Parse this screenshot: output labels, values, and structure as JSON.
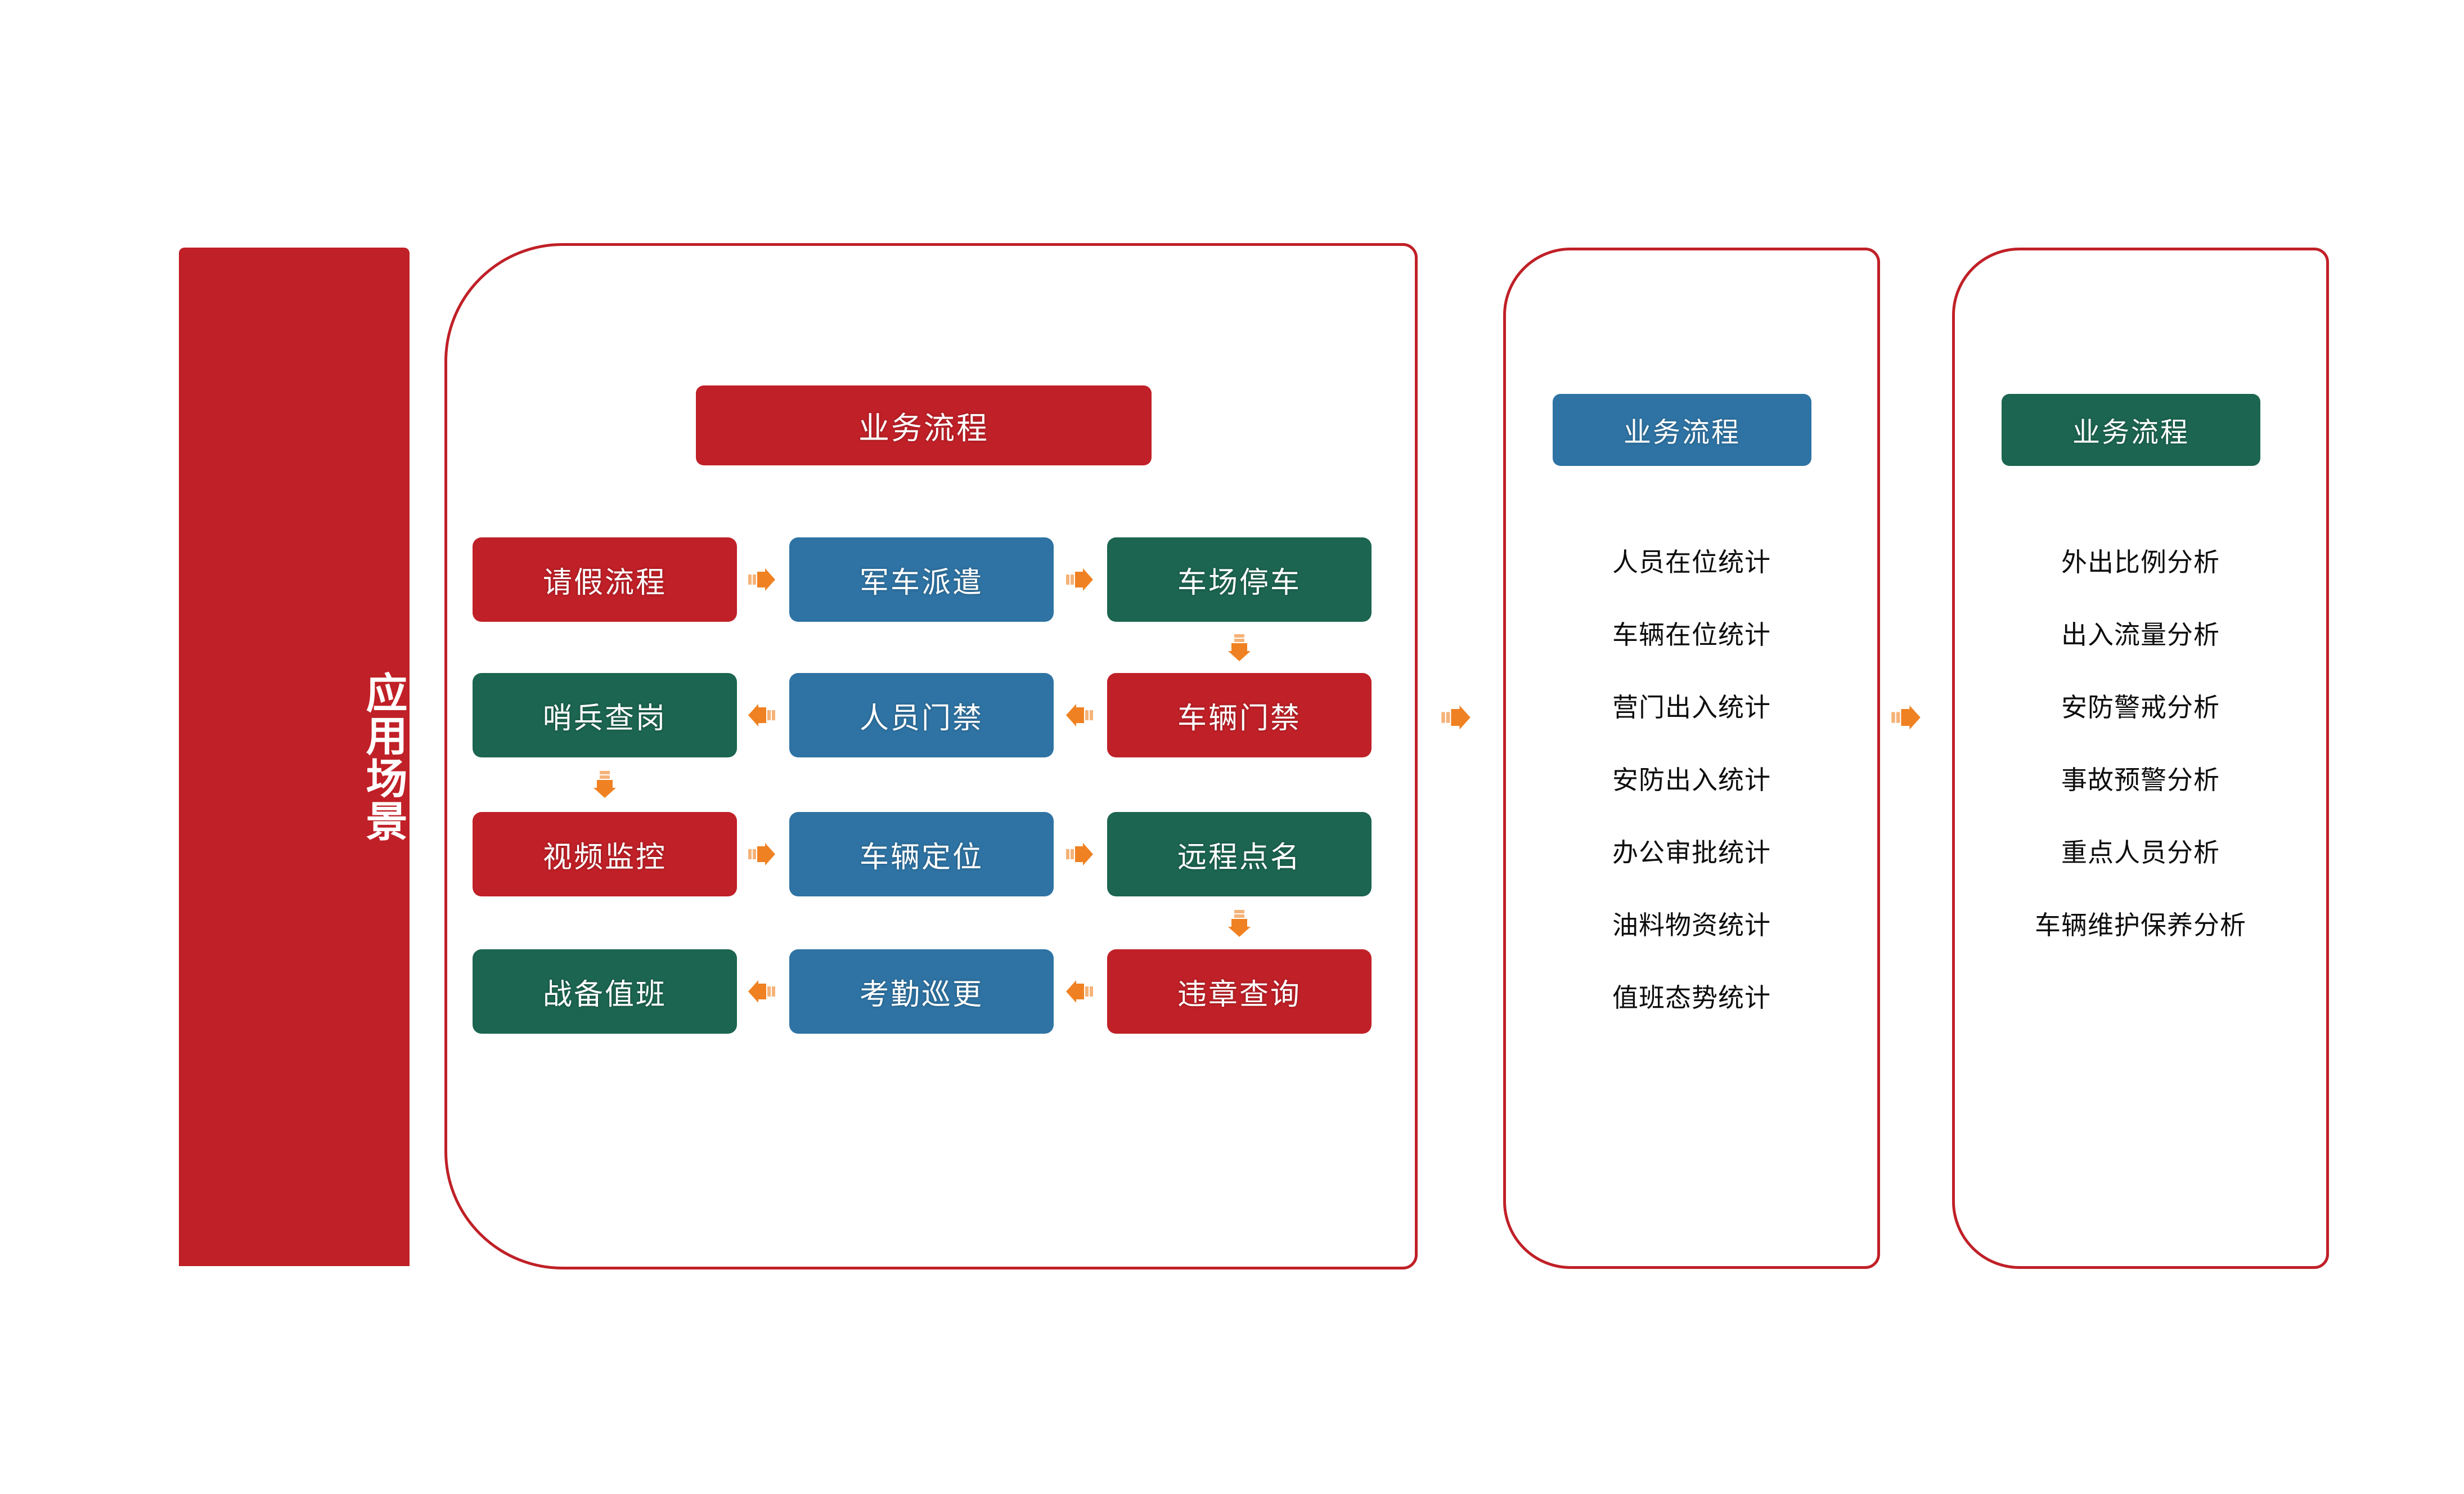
{
  "scenario_panel": {
    "label": "应用场景"
  },
  "flow_column": {
    "title": "业务流程",
    "title_color": "#C02027",
    "grid": [
      [
        {
          "label": "请假流程",
          "color": "red"
        },
        {
          "label": "军车派遣",
          "color": "blue"
        },
        {
          "label": "车场停车",
          "color": "green"
        }
      ],
      [
        {
          "label": "哨兵查岗",
          "color": "green"
        },
        {
          "label": "人员门禁",
          "color": "blue"
        },
        {
          "label": "车辆门禁",
          "color": "red"
        }
      ],
      [
        {
          "label": "视频监控",
          "color": "red"
        },
        {
          "label": "车辆定位",
          "color": "blue"
        },
        {
          "label": "远程点名",
          "color": "green"
        }
      ],
      [
        {
          "label": "战备值班",
          "color": "green"
        },
        {
          "label": "考勤巡更",
          "color": "blue"
        },
        {
          "label": "违章查询",
          "color": "red"
        }
      ]
    ],
    "arrow_directions": {
      "row0": "right",
      "row1": "left",
      "row2": "right",
      "row3": "left",
      "vertical_right_top": "down",
      "vertical_left_mid": "down",
      "vertical_right_bottom": "down"
    }
  },
  "stats_column": {
    "title": "业务流程",
    "title_color": "#2E73A3",
    "items": [
      "人员在位统计",
      "车辆在位统计",
      "营门出入统计",
      "安防出入统计",
      "办公审批统计",
      "油料物资统计",
      "值班态势统计"
    ]
  },
  "analysis_column": {
    "title": "业务流程",
    "title_color": "#1C6550",
    "items": [
      "外出比例分析",
      "出入流量分析",
      "安防警戒分析",
      "事故预警分析",
      "重点人员分析",
      "车辆维护保养分析"
    ]
  },
  "palette": {
    "red": "#C02027",
    "blue": "#2E73A3",
    "green": "#1C6550",
    "arrow_orange": "#F08122",
    "arrow_orange_light": "#F5B277",
    "background": "#FFFFFF",
    "text_dark": "#0D0D0D"
  }
}
